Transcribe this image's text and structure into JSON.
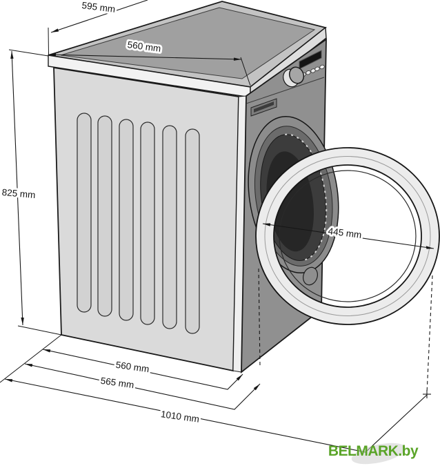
{
  "diagram": {
    "subject": "washing machine dimensional drawing, door open",
    "units": "mm"
  },
  "dimensions": {
    "top_width": {
      "label": "595 mm",
      "value": 595
    },
    "top_depth": {
      "label": "560 mm",
      "value": 560
    },
    "height": {
      "label": "825 mm",
      "value": 825
    },
    "door_diameter": {
      "label": "445 mm",
      "value": 445
    },
    "base_depth": {
      "label": "560 mm",
      "value": 560
    },
    "base_depth_outer": {
      "label": "565 mm",
      "value": 565
    },
    "depth_door_open": {
      "label": "1010 mm",
      "value": 1010
    }
  },
  "watermark": {
    "text": "BELMARK.by",
    "color": "#5aa428"
  },
  "colors": {
    "background": "#ffffff",
    "outline": "#161616",
    "lid_top": "#c3c3c3",
    "lid_inner": "#a0a0a0",
    "side_panel": "#dadada",
    "front_panel": "#909090",
    "drum_dark": "#2a2a2a",
    "door_ring": "#ececec"
  }
}
